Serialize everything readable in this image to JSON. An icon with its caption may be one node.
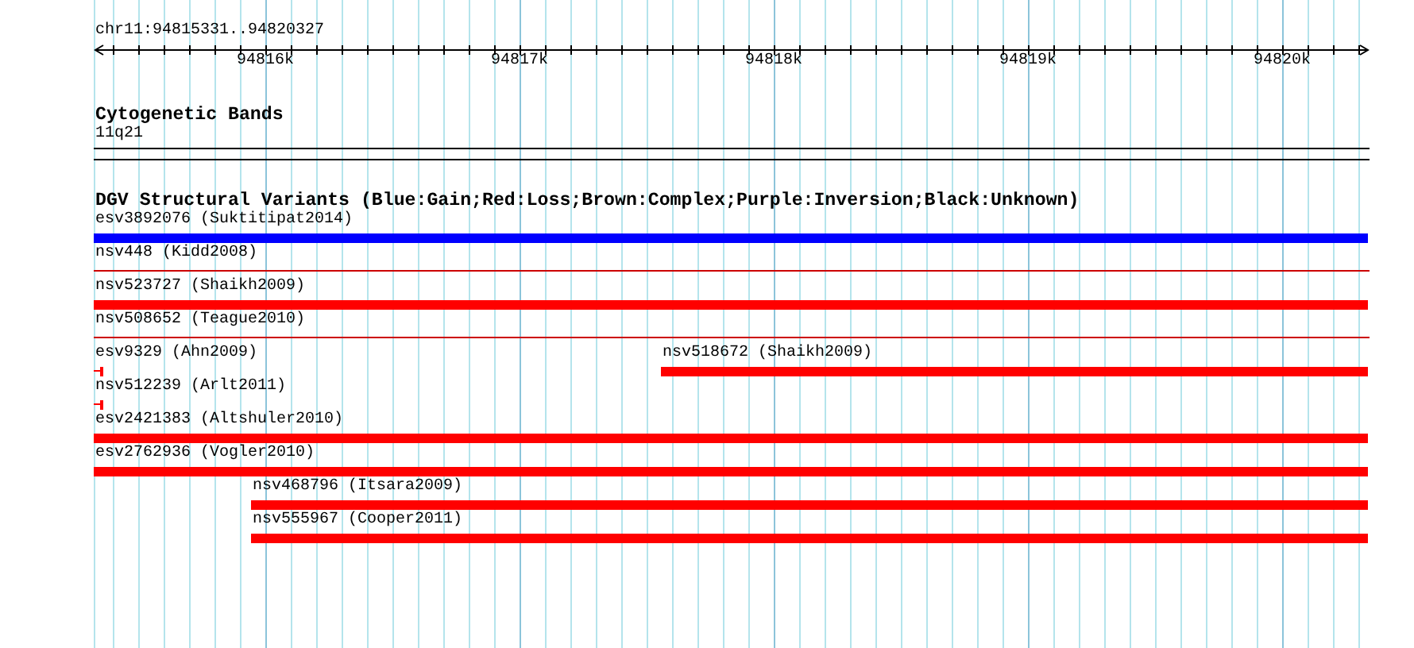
{
  "diagram": {
    "nodes": [
      {
        "text": [
          "11q21"
        ]
      },
      {
        "text": [
          "esv3892076 (Suktitipat2014)"
        ]
      },
      {
        "text": [
          "nsv448 (Kidd2008)"
        ]
      },
      {
        "text": [
          "nsv523727 (Shaikh2009)"
        ]
      },
      {
        "text": [
          "nsv508652 (Teague2010)"
        ]
      },
      {
        "text": [
          "esv9329 (Ahn2009)"
        ]
      },
      {
        "text": [
          "nsv518672 (Shaikh2009)"
        ]
      },
      {
        "text": [
          "nsv512239 (Arlt2011)"
        ]
      },
      {
        "text": [
          "esv2421383 (Altshuler2010)"
        ]
      },
      {
        "text": [
          "esv2762936 (Vogler2010)"
        ]
      },
      {
        "text": [
          "nsv468796 (Itsara2009)"
        ]
      },
      {
        "text": [
          "nsv555967 (Cooper2011)"
        ]
      }
    ],
    "labels": [
      "chr11:94815331..94820327",
      "94816k",
      "94817k",
      "94818k",
      "94819k",
      "94820k",
      "Cytogenetic Bands",
      "DGV Structural Variants (Blue:Gain;Red:Loss;Brown:Complex;Purple:Inversion;Black:Unknown)"
    ]
  }
}
